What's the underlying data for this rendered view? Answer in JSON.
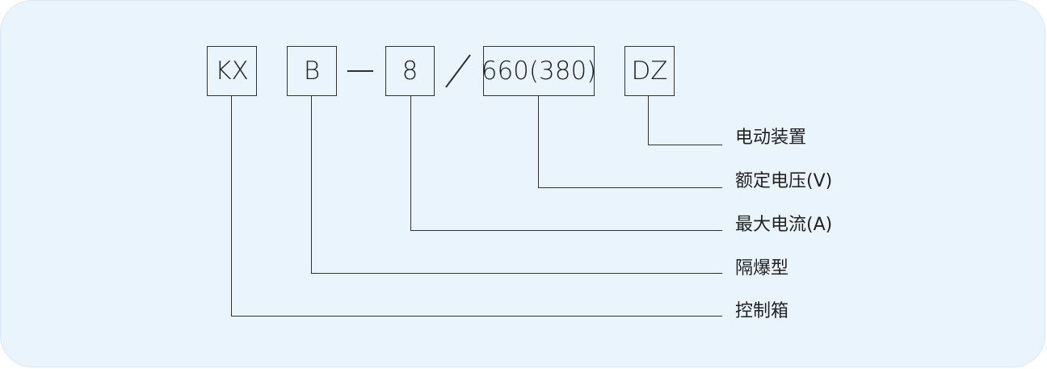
{
  "codes": {
    "kx": "KX",
    "b": "B",
    "dash": "—",
    "current": "8",
    "voltage": "660(380)",
    "dz": "DZ"
  },
  "labels": {
    "electric_device": "电动装置",
    "rated_voltage": "额定电压(V)",
    "max_current": "最大电流(A)",
    "explosion_proof": "隔爆型",
    "control_box": "控制箱"
  },
  "colors": {
    "panel_background": "#e9f4fd",
    "line": "#333333",
    "text": "#222222"
  }
}
